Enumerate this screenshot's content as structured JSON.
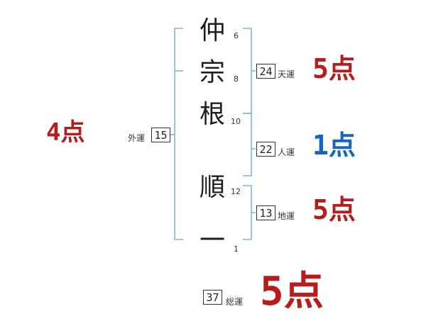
{
  "name_chars": [
    {
      "char": "仲",
      "strokes": "6"
    },
    {
      "char": "宗",
      "strokes": "8"
    },
    {
      "char": "根",
      "strokes": "10"
    },
    {
      "char": "順",
      "strokes": "12"
    },
    {
      "char": "一",
      "strokes": "1"
    }
  ],
  "fortunes": {
    "gaiun": {
      "label": "外運",
      "value": "15",
      "score_num": "4",
      "score_unit": "点",
      "color": "#b71c1c"
    },
    "tenun": {
      "label": "天運",
      "value": "24",
      "score_num": "5",
      "score_unit": "点",
      "color": "#b71c1c"
    },
    "jinun": {
      "label": "人運",
      "value": "22",
      "score_num": "1",
      "score_unit": "点",
      "color": "#1565c0"
    },
    "chiun": {
      "label": "地運",
      "value": "13",
      "score_num": "5",
      "score_unit": "点",
      "color": "#b71c1c"
    },
    "souun": {
      "label": "総運",
      "value": "37",
      "score_num": "5",
      "score_unit": "点",
      "color": "#b71c1c"
    }
  },
  "colors": {
    "bracket": "#7fb8dc",
    "bad_score": "#1565c0",
    "good_score": "#b71c1c"
  }
}
